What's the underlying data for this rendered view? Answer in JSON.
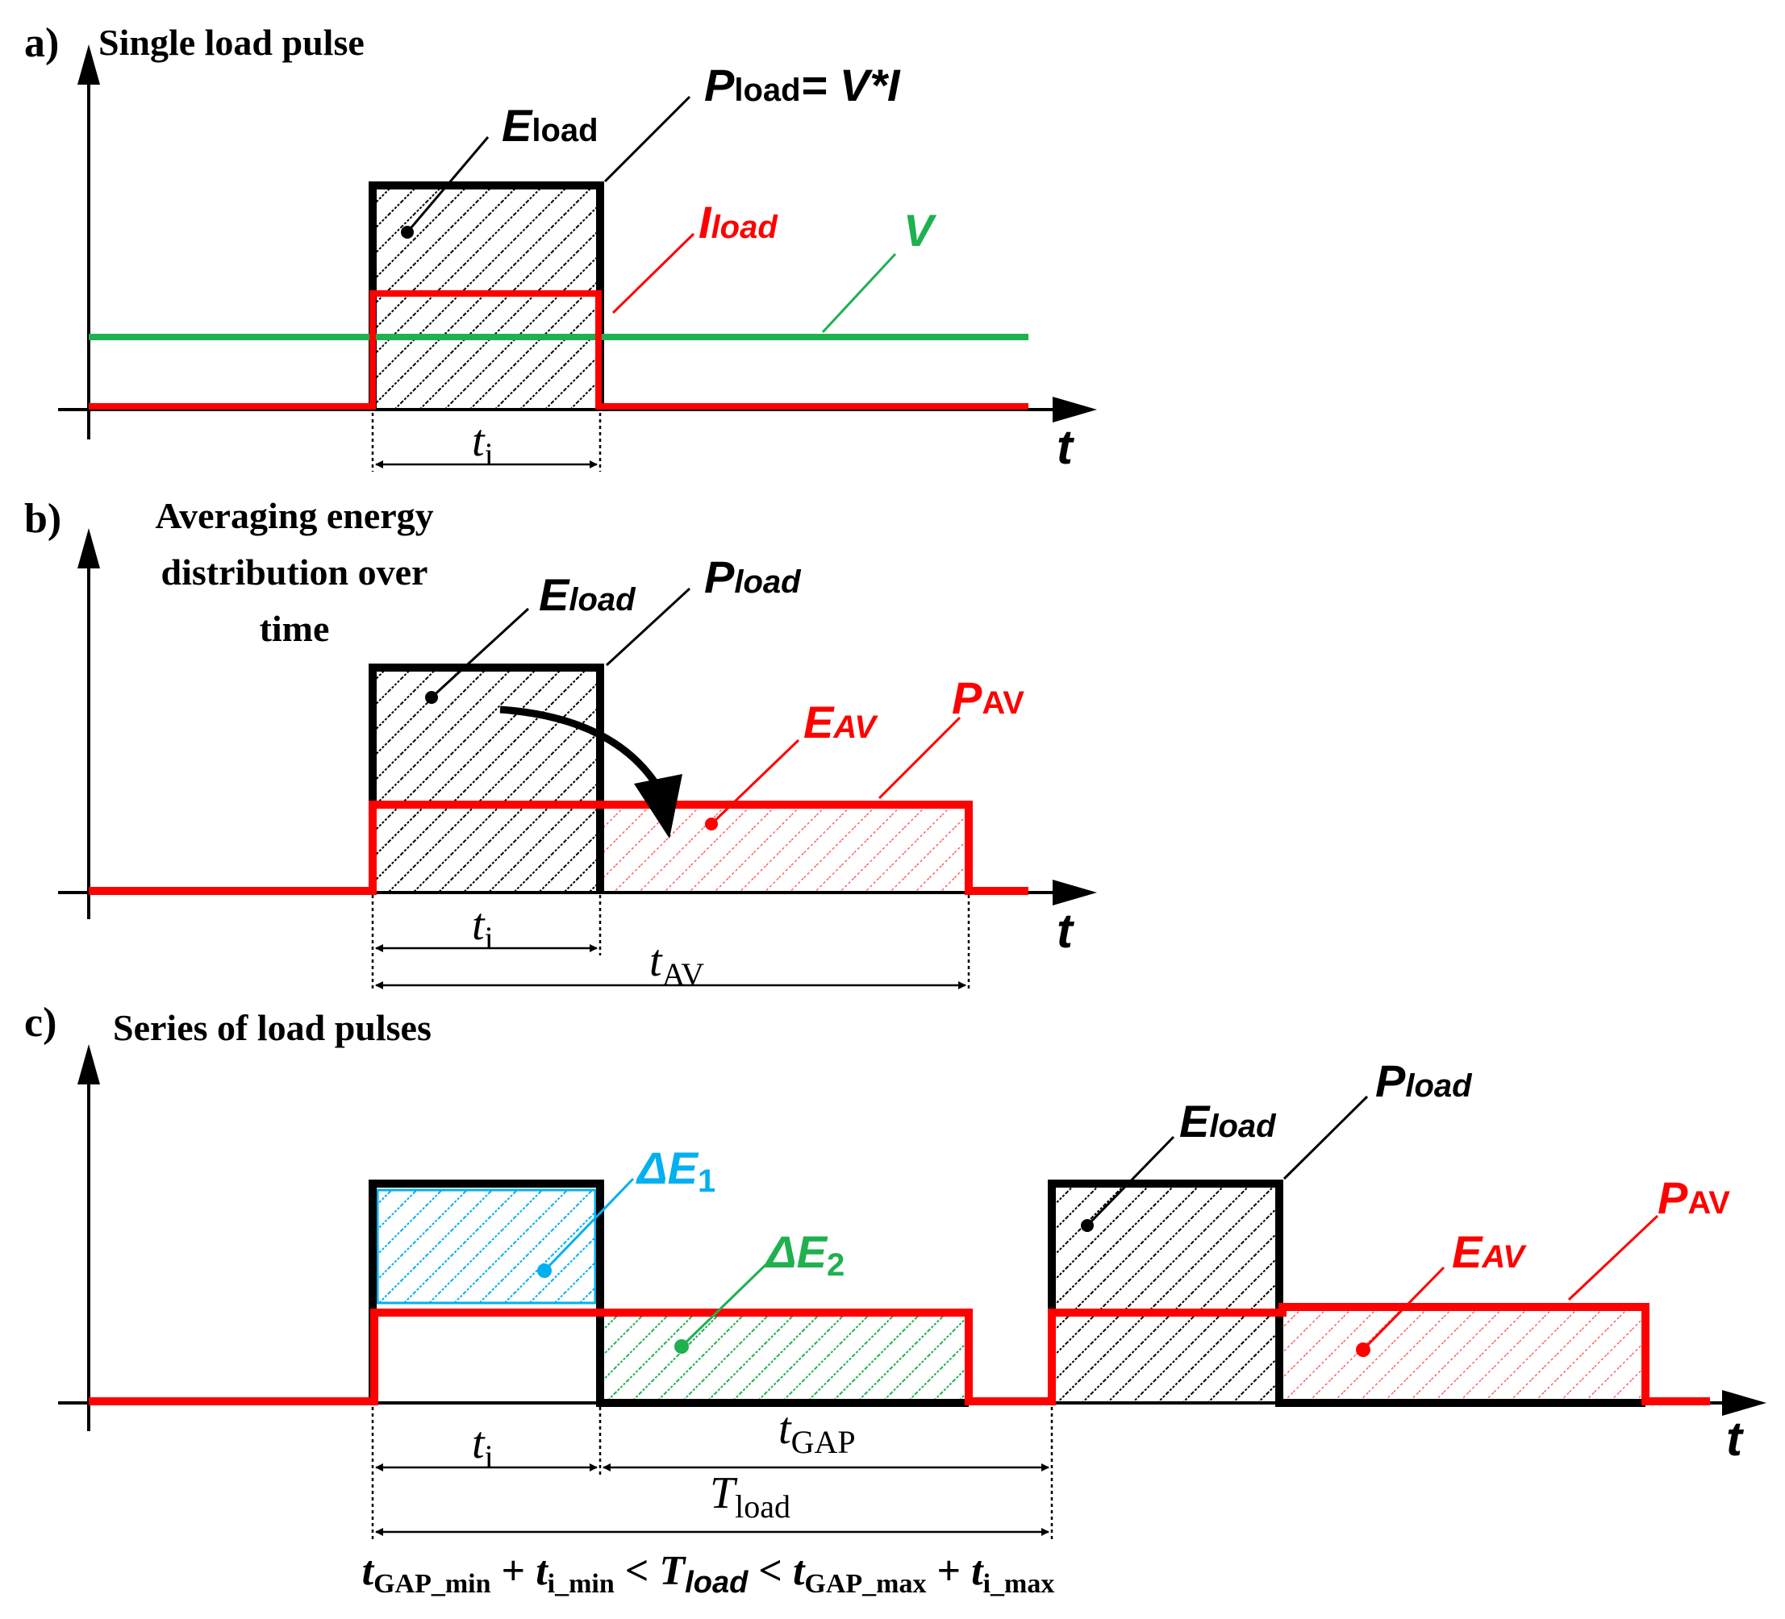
{
  "colors": {
    "black": "#000000",
    "red": "#ff0000",
    "green": "#1fb050",
    "blue": "#00b0f0"
  },
  "panel_a": {
    "tag": "a)",
    "title": "Single load pulse",
    "e_load": {
      "main": "E",
      "sub": "load"
    },
    "p_load": {
      "main": "P",
      "sub": "load",
      "rest": "= V*I"
    },
    "i_load": {
      "main": "I",
      "sub": "load"
    },
    "v": "V",
    "ti": {
      "main": "t",
      "sub": "i"
    },
    "axis_t": "t"
  },
  "panel_b": {
    "tag": "b)",
    "title_lines": [
      "Averaging energy",
      "distribution over",
      "time"
    ],
    "e_load": {
      "main": "E",
      "sub": "load"
    },
    "p_load": {
      "main": "P",
      "sub": "load"
    },
    "e_av": {
      "main": "E",
      "sub": "AV"
    },
    "p_av": {
      "main": "P",
      "sub": "AV"
    },
    "ti": {
      "main": "t",
      "sub": "i"
    },
    "tav": {
      "main": "t",
      "sub": "AV"
    },
    "axis_t": "t"
  },
  "panel_c": {
    "tag": "c)",
    "title": "Series of load pulses",
    "delta_e1": {
      "main": "ΔE",
      "sub": "1"
    },
    "delta_e2": {
      "main": "ΔE",
      "sub": "2"
    },
    "e_load": {
      "main": "E",
      "sub": "load"
    },
    "p_load": {
      "main": "P",
      "sub": "load"
    },
    "e_av": {
      "main": "E",
      "sub": "AV"
    },
    "p_av": {
      "main": "P",
      "sub": "AV"
    },
    "ti": {
      "main": "t",
      "sub": "i"
    },
    "tgap": {
      "main": "t",
      "sub": "GAP"
    },
    "tload": {
      "main": "T",
      "sub": "load"
    },
    "axis_t": "t",
    "formula": {
      "t1": "t",
      "s1": "GAP_min",
      "op1": " + ",
      "t2": "t",
      "s2": "i_min",
      "op2": " < ",
      "t3": "T",
      "s3": "load",
      "op3": " < ",
      "t4": "t",
      "s4": "GAP_max",
      "op4": " + ",
      "t5": "t",
      "s5": "i_max"
    }
  }
}
